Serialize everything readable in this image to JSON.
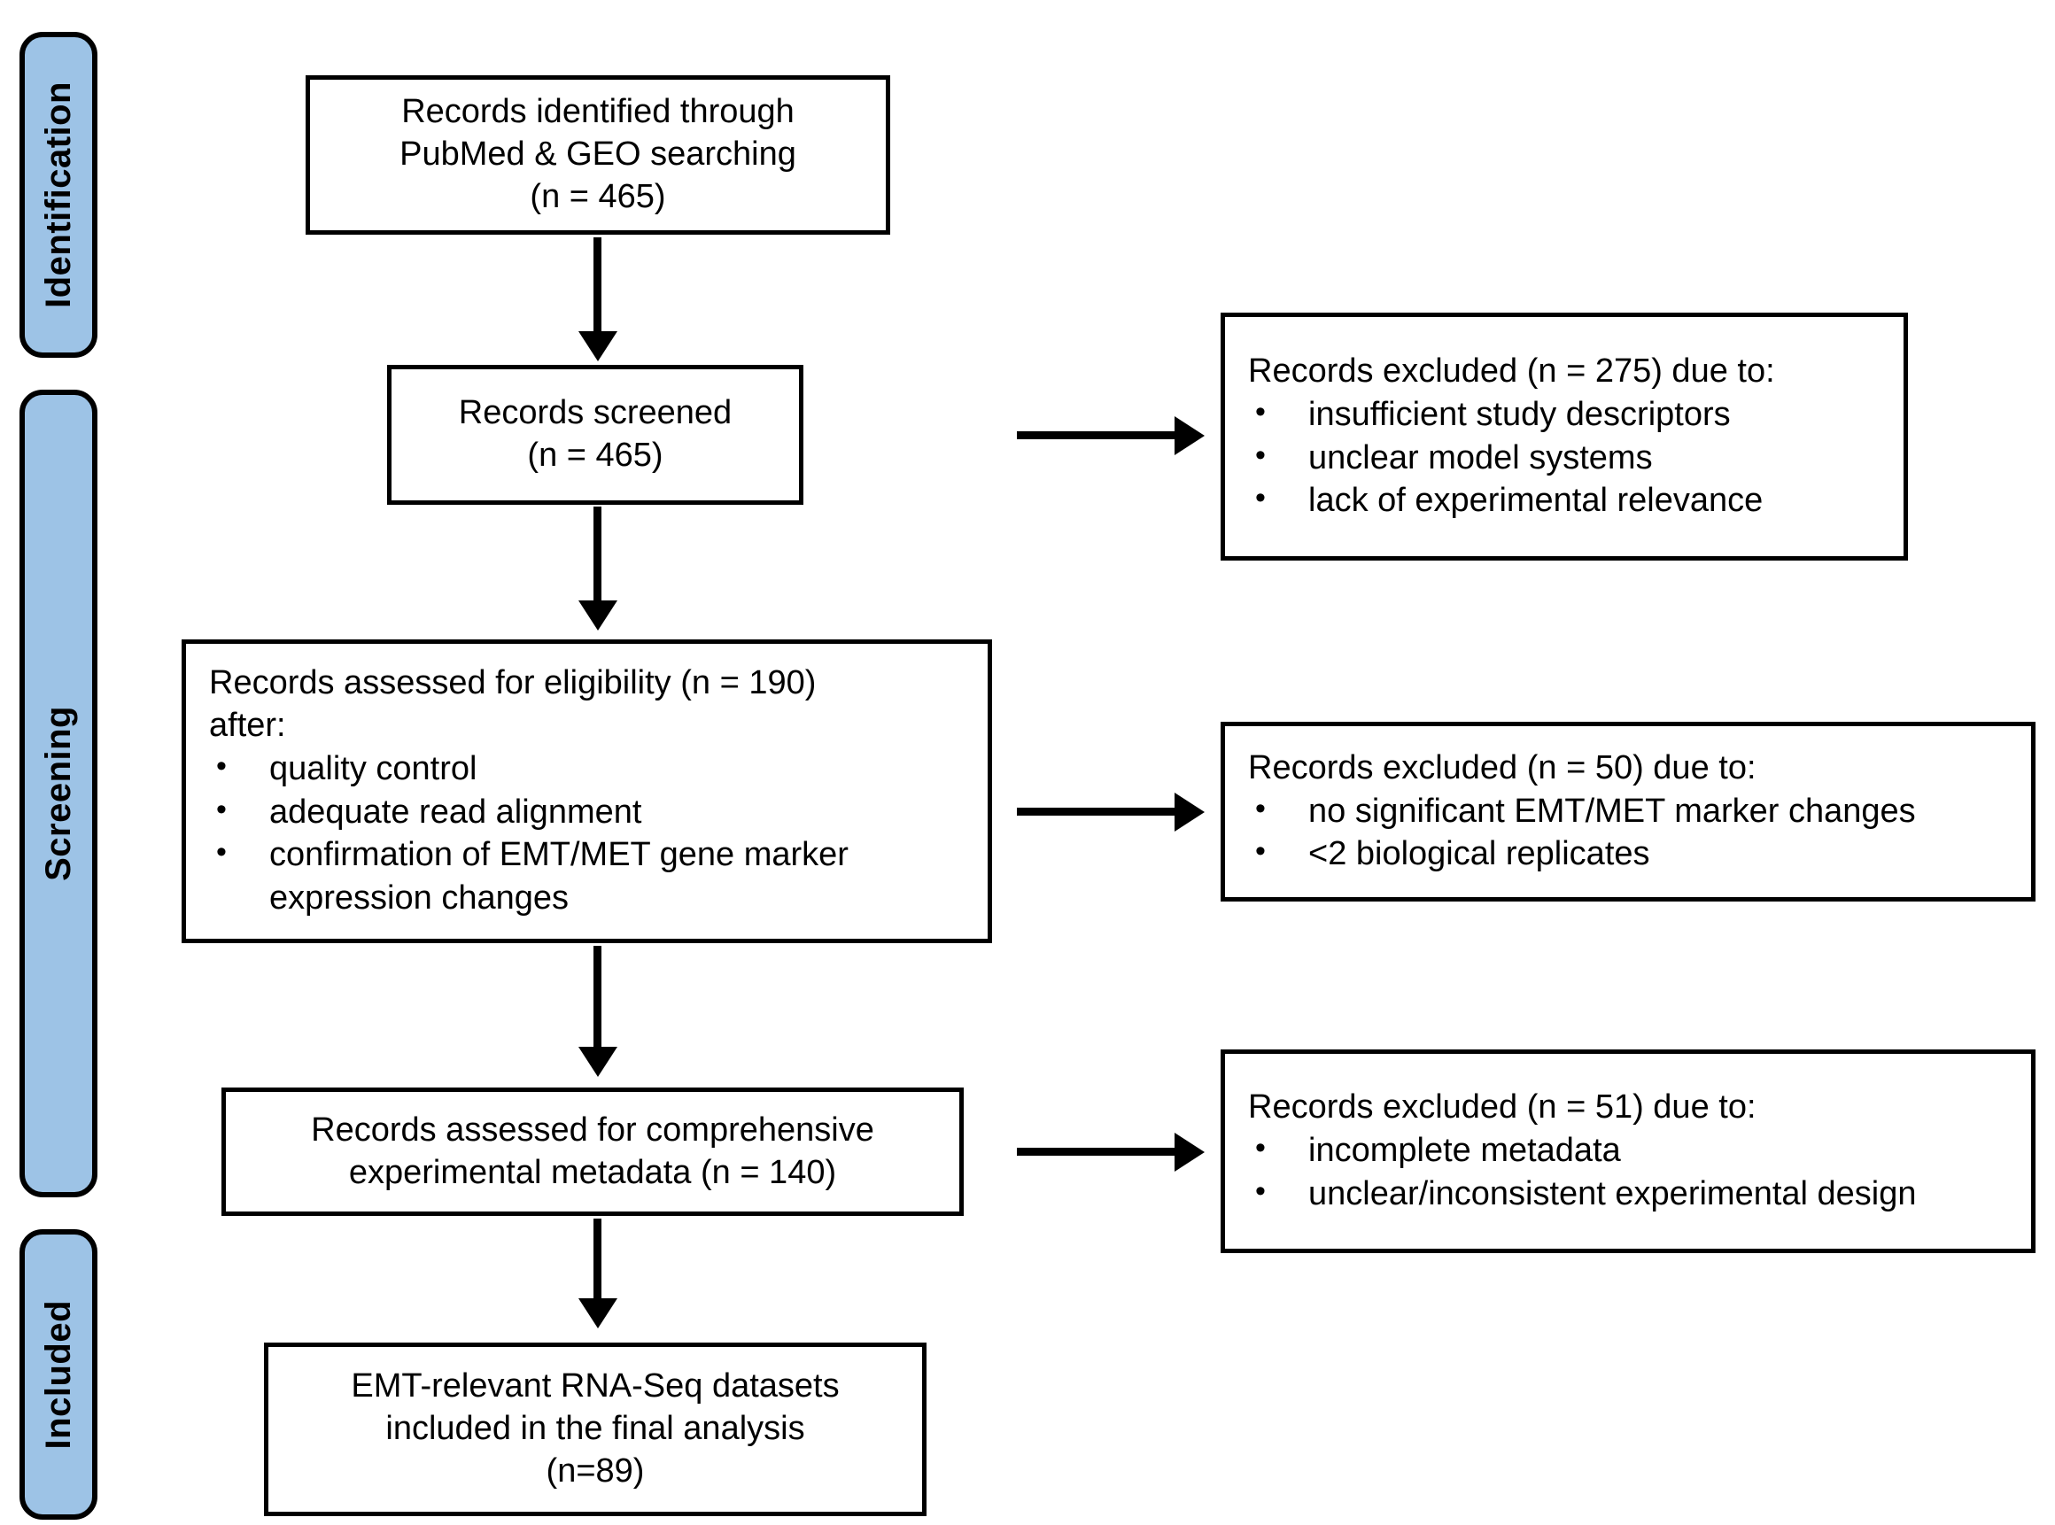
{
  "diagram": {
    "type": "prisma-flow-diagram",
    "accent_color": "#9DC3E6",
    "line_color": "#000000",
    "background": "#FFFFFF"
  },
  "phases": [
    {
      "id": "identification",
      "label": "Identification"
    },
    {
      "id": "screening",
      "label": "Screening"
    },
    {
      "id": "included",
      "label": "Included"
    }
  ],
  "flow": {
    "identified": {
      "lines": [
        "Records identified through",
        "PubMed & GEO searching",
        "(n = 465)"
      ]
    },
    "screened": {
      "lines": [
        "Records screened",
        "(n = 465)"
      ]
    },
    "eligibility": {
      "heading_line1": "Records assessed for eligibility (n = 190)",
      "heading_line2": "after:",
      "bullets": [
        "quality control",
        "adequate read alignment",
        "confirmation of EMT/MET gene marker expression changes"
      ]
    },
    "metadata": {
      "lines": [
        "Records assessed for comprehensive",
        "experimental metadata (n = 140)"
      ]
    },
    "included": {
      "lines": [
        "EMT-relevant RNA-Seq datasets",
        "included in the final analysis",
        "(n=89)"
      ]
    }
  },
  "exclusions": [
    {
      "id": "excluded-275",
      "heading": "Records excluded (n = 275) due to:",
      "bullets": [
        "insufficient study descriptors",
        "unclear model systems",
        "lack of experimental relevance"
      ]
    },
    {
      "id": "excluded-50",
      "heading": "Records excluded (n = 50) due to:",
      "bullets": [
        "no significant EMT/MET marker changes",
        "<2 biological replicates"
      ]
    },
    {
      "id": "excluded-51",
      "heading": "Records excluded (n = 51) due to:",
      "bullets": [
        "incomplete metadata",
        "unclear/inconsistent experimental design"
      ]
    }
  ]
}
